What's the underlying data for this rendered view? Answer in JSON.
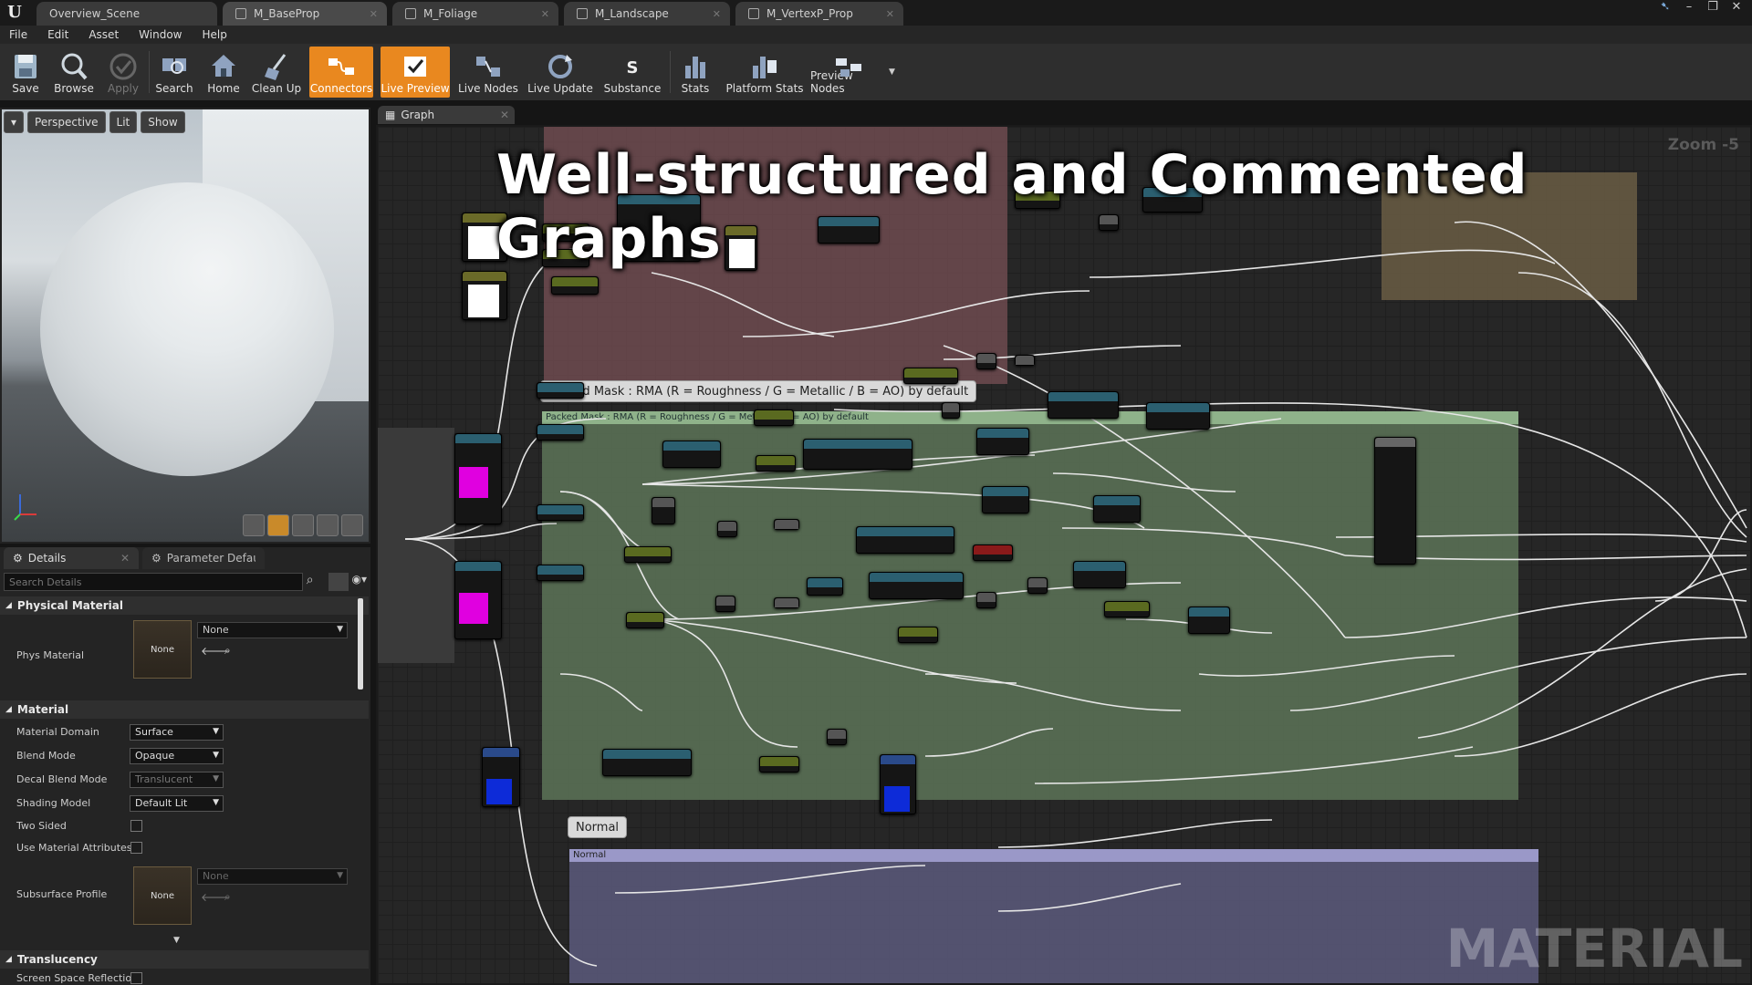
{
  "window": {
    "tabs": [
      {
        "label": "Overview_Scene",
        "active": false
      },
      {
        "label": "M_BaseProp",
        "active": true
      },
      {
        "label": "M_Foliage",
        "active": false
      },
      {
        "label": "M_Landscape",
        "active": false
      },
      {
        "label": "M_VertexP_Prop",
        "active": false
      }
    ]
  },
  "menu": [
    "File",
    "Edit",
    "Asset",
    "Window",
    "Help"
  ],
  "toolbar": [
    {
      "label": "Save",
      "icon": "save-icon",
      "state": "normal"
    },
    {
      "label": "Browse",
      "icon": "browse-icon",
      "state": "normal"
    },
    {
      "label": "Apply",
      "icon": "apply-icon",
      "state": "disabled"
    },
    {
      "label": "Search",
      "icon": "search-icon",
      "state": "normal"
    },
    {
      "label": "Home",
      "icon": "home-icon",
      "state": "normal"
    },
    {
      "label": "Clean Up",
      "icon": "clean-up-icon",
      "state": "normal"
    },
    {
      "label": "Connectors",
      "icon": "connectors-icon",
      "state": "on"
    },
    {
      "label": "Live Preview",
      "icon": "live-preview-icon",
      "state": "on"
    },
    {
      "label": "Live Nodes",
      "icon": "live-nodes-icon",
      "state": "normal"
    },
    {
      "label": "Live Update",
      "icon": "live-update-icon",
      "state": "normal"
    },
    {
      "label": "Substance",
      "icon": "substance-icon",
      "state": "normal"
    },
    {
      "label": "Stats",
      "icon": "stats-icon",
      "state": "normal"
    },
    {
      "label": "Platform Stats",
      "icon": "platform-stats-icon",
      "state": "normal"
    },
    {
      "label": "Preview Nodes",
      "icon": "preview-nodes-icon",
      "state": "normal"
    }
  ],
  "viewport": {
    "perspective": "Perspective",
    "lit": "Lit",
    "show": "Show"
  },
  "details": {
    "tab_details": "Details",
    "tab_params": "Parameter Defaults",
    "search_placeholder": "Search Details",
    "physical_material": {
      "header": "Physical Material",
      "phys_material_label": "Phys Material",
      "phys_material_thumb": "None",
      "phys_material_value": "None"
    },
    "material": {
      "header": "Material",
      "domain_label": "Material Domain",
      "domain_value": "Surface",
      "blend_label": "Blend Mode",
      "blend_value": "Opaque",
      "decal_label": "Decal Blend Mode",
      "decal_value": "Translucent",
      "shading_label": "Shading Model",
      "shading_value": "Default Lit",
      "two_sided_label": "Two Sided",
      "use_attr_label": "Use Material Attributes",
      "subsurface_label": "Subsurface Profile",
      "subsurface_thumb": "None",
      "subsurface_value": "None"
    },
    "translucency": {
      "header": "Translucency",
      "ssr_label": "Screen Space Reflectio"
    }
  },
  "graph": {
    "tab": "Graph",
    "zoom": "Zoom -5",
    "headline": "Well-structured and Commented Graphs",
    "watermark": "MATERIAL",
    "comment_packed_bubble": "Packed Mask : RMA (R = Roughness / G = Metallic / B = AO) by default",
    "comment_packed_title": "Packed Mask : RMA (R = Roughness / G = Metallic / B = AO) by default",
    "comment_normal_bubble": "Normal",
    "comment_normal_title": "Normal"
  },
  "colors": {
    "accent": "#e9881f",
    "comment_base": "#6d4f52",
    "comment_packed": "#5b7457",
    "comment_normal": "#5c5a78",
    "comment_top_right": "#6b5f48"
  }
}
